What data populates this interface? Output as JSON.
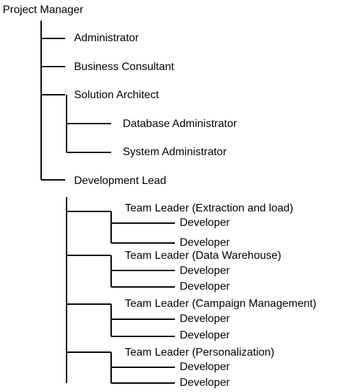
{
  "org_chart": {
    "root": "Project Manager",
    "administrator": "Administrator",
    "business_consultant": "Business Consultant",
    "solution_architect": {
      "label": "Solution Architect",
      "children": [
        "Database Administrator",
        "System Administrator"
      ]
    },
    "development_lead": {
      "label": "Development Lead",
      "teams": [
        {
          "label": "Team Leader (Extraction and load)",
          "members": [
            "Developer",
            "Developer"
          ]
        },
        {
          "label": "Team Leader (Data Warehouse)",
          "members": [
            "Developer",
            "Developer"
          ]
        },
        {
          "label": "Team Leader (Campaign Management)",
          "members": [
            "Developer",
            "Developer"
          ]
        },
        {
          "label": "Team Leader (Personalization)",
          "members": [
            "Developer",
            "Developer"
          ]
        }
      ]
    }
  }
}
